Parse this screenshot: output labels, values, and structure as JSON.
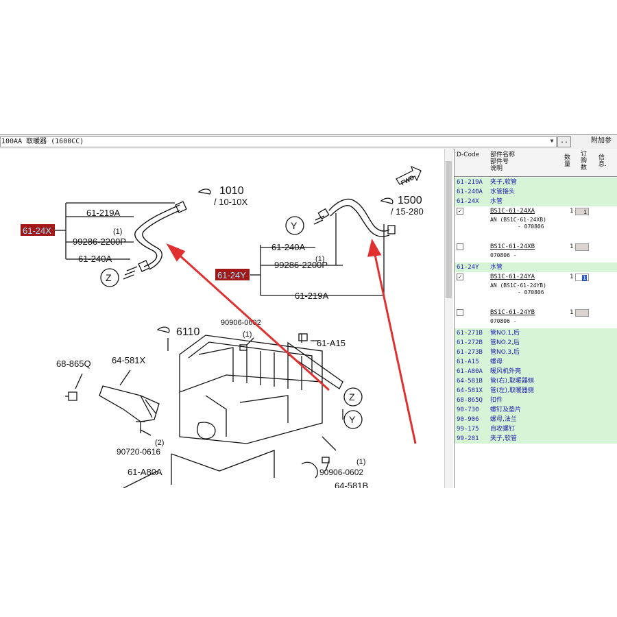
{
  "toolbar": {
    "title": "100AA  取暖器 (1600CC)",
    "more_label": "..",
    "addref_label": "附加参"
  },
  "diagram": {
    "labels": {
      "l1010": "1010",
      "l10_10x": "/ 10-10X",
      "l1500": "1500",
      "l15_280": "/ 15-280",
      "l61_219a_top": "61-219A",
      "l61_24x": "61-24X",
      "l1a": "(1)",
      "l99286a": "99286-2200P",
      "l61_240a_left": "61-240A",
      "lY": "Y",
      "lZ": "Z",
      "l61_240a_right": "61-240A",
      "l1b": "(1)",
      "l99286b": "99286-2200P",
      "l61_24y": "61-24Y",
      "l61_219a_bottom": "61-219A",
      "l6110": "6110",
      "l90906_top": "90906-0602",
      "l1c": "(1)",
      "l61_a15": "61-A15",
      "l68_865q": "68-865Q",
      "l64_581x": "64-581X",
      "lZ2": "Z",
      "lY2": "Y",
      "l2": "(2)",
      "l90720": "90720-0616",
      "l1d": "(1)",
      "l90906_bot": "90906-0602",
      "l61_a80a": "61-A80A",
      "l64_581b": "64-581B",
      "fwd": "FWD"
    }
  },
  "panel": {
    "header": {
      "dcode": "D-Code",
      "name1": "部件名称",
      "name2": "部件号",
      "name3": "说明",
      "qty": "数量",
      "order": "订购数",
      "info": "信息."
    },
    "rows": [
      {
        "code": "61-219A",
        "name": "夹子,软管"
      },
      {
        "code": "61-240A",
        "name": "水管接头"
      },
      {
        "code": "61-24X",
        "name": "水管"
      }
    ],
    "parts_x": [
      {
        "checked": "✓",
        "part": "BS1C-61-24XA",
        "qty": "1",
        "order": "1",
        "line1": "AN (BS1C-61-24XB)",
        "line2": "- 070806"
      },
      {
        "checked": "",
        "part": "BS1C-61-24XB",
        "qty": "1",
        "order": "",
        "line1": "070806  -",
        "line2": ""
      }
    ],
    "row_y": {
      "code": "61-24Y",
      "name": "水管"
    },
    "parts_y": [
      {
        "checked": "✓",
        "part": "BS1C-61-24YA",
        "qty": "1",
        "order": "1",
        "line1": "AN (BS1C-61-24YB)",
        "line2": "- 070806"
      },
      {
        "checked": "",
        "part": "BS1C-61-24YB",
        "qty": "1",
        "order": "",
        "line1": "070806  -",
        "line2": ""
      }
    ],
    "rows2": [
      {
        "code": "61-271B",
        "name": "管NO.1,后"
      },
      {
        "code": "61-272B",
        "name": "管NO.2,后"
      },
      {
        "code": "61-273B",
        "name": "管NO.3,后"
      },
      {
        "code": "61-A15",
        "name": "螺母"
      },
      {
        "code": "61-A80A",
        "name": "暖风机外壳"
      },
      {
        "code": "64-581B",
        "name": "管(右),取暖器侧"
      },
      {
        "code": "64-581X",
        "name": "管(左),取暖器侧"
      },
      {
        "code": "68-865Q",
        "name": "扣件"
      },
      {
        "code": "90-730",
        "name": "螺钉及垫片"
      },
      {
        "code": "90-906",
        "name": "螺母,法兰"
      },
      {
        "code": "99-175",
        "name": "自攻螺钉"
      },
      {
        "code": "99-281",
        "name": "夹子,软管"
      }
    ]
  },
  "colors": {
    "green_row": "#d6f5d6",
    "code_blue": "#1b1bb0",
    "highlight_red": "#a01818",
    "arrow_red": "#e03030"
  }
}
